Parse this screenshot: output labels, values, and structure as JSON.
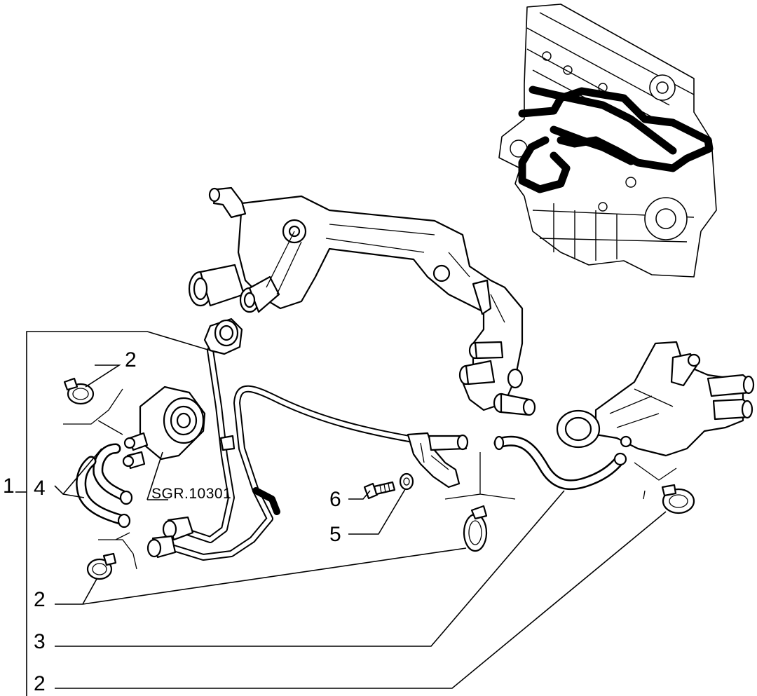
{
  "reference_code": "SGR.10301",
  "callouts": {
    "assembly": "1",
    "clip_top": "2",
    "hoses_left": "4",
    "bolt": "6",
    "washer": "5",
    "clip_bottom_left": "2",
    "hose_right": "3",
    "clip_right": "2"
  }
}
